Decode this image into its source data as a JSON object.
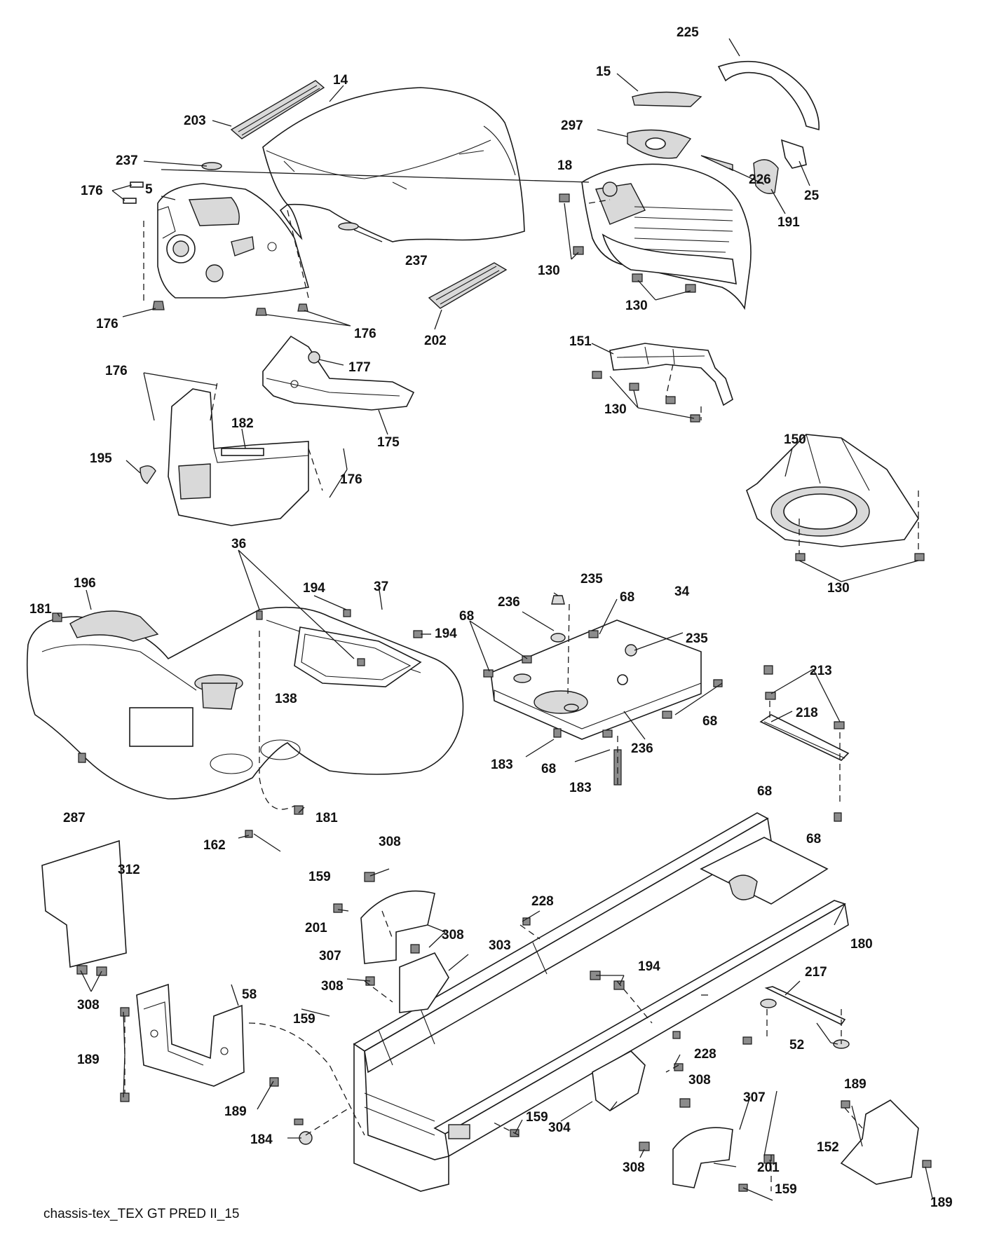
{
  "caption": "chassis-tex_TEX GT PRED II_15",
  "callouts": [
    "225",
    "15",
    "14",
    "203",
    "297",
    "18",
    "237",
    "5",
    "176",
    "176",
    "226",
    "25",
    "191",
    "130",
    "237",
    "130",
    "176",
    "202",
    "176",
    "151",
    "176",
    "177",
    "130",
    "182",
    "175",
    "195",
    "176",
    "150",
    "130",
    "36",
    "196",
    "194",
    "37",
    "235",
    "68",
    "34",
    "181",
    "194",
    "236",
    "68",
    "235",
    "138",
    "213",
    "218",
    "68",
    "236",
    "183",
    "68",
    "183",
    "287",
    "68",
    "181",
    "68",
    "162",
    "308",
    "312",
    "159",
    "228",
    "201",
    "308",
    "180",
    "307",
    "303",
    "194",
    "308",
    "217",
    "308",
    "58",
    "159",
    "228",
    "52",
    "189",
    "189",
    "308",
    "307",
    "159",
    "189",
    "184",
    "304",
    "308",
    "201",
    "152",
    "159",
    "189"
  ],
  "colors": {
    "line": "#1a1a1a",
    "shade": "#d9d9d9",
    "dark": "#8c8c8c",
    "background": "#ffffff"
  }
}
